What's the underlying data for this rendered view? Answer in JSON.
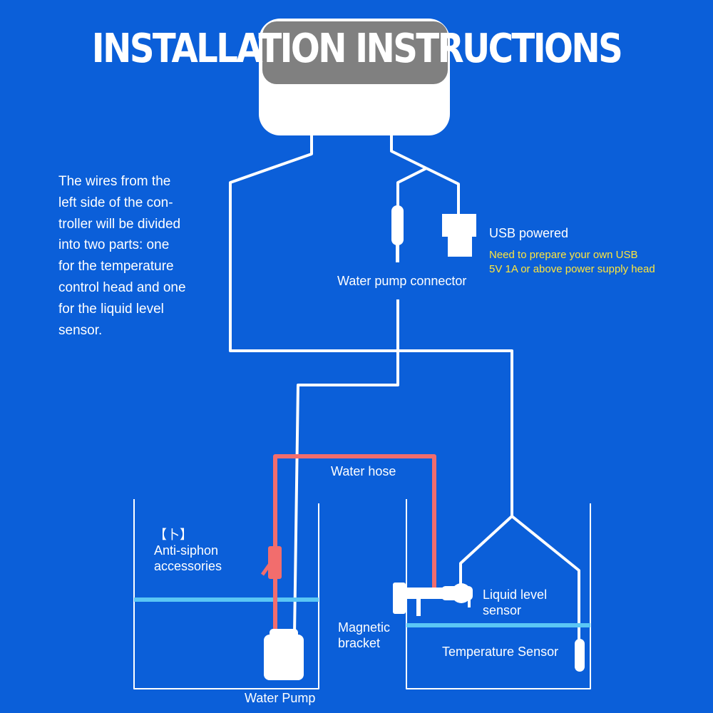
{
  "title": "INSTALLATION INSTRUCTIONS",
  "description_lines": [
    "The wires from the",
    "left side of the con-",
    "troller will be divided",
    "into two parts: one",
    "for the temperature",
    "control head and one",
    "for the liquid level",
    "sensor."
  ],
  "labels": {
    "usb_powered": "USB powered",
    "usb_note_lines": [
      "Need to prepare your own USB",
      "5V 1A or above power supply head"
    ],
    "water_pump_connector": "Water pump connector",
    "water_hose": "Water hose",
    "anti_siphon_lines": [
      "【卜】",
      "Anti-siphon",
      "accessories"
    ],
    "liquid_level_sensor_lines": [
      "Liquid level",
      "sensor"
    ],
    "magnetic_bracket_lines": [
      "Magnetic",
      "bracket"
    ],
    "temperature_sensor": "Temperature Sensor",
    "water_pump": "Water Pump"
  },
  "colors": {
    "background": "#0b5fd9",
    "wire": "#ffffff",
    "water_hose": "#f26d6d",
    "water_level": "#5bc7f5",
    "controller_screen": "#808080",
    "note_text": "#ffe53b"
  }
}
